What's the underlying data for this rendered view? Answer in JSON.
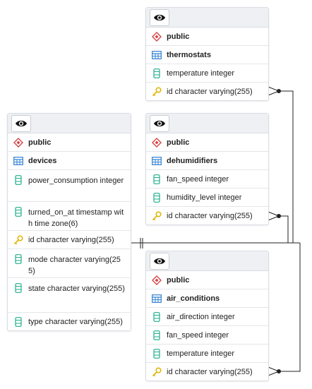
{
  "diagram": {
    "colors": {
      "border": "#d9dde3",
      "header": "#eef0f3",
      "edge": "#222222",
      "schema_icon": "#d64545",
      "table_icon": "#2f7fd1",
      "column_icon": "#1fae8c",
      "key_icon": "#e0b400"
    },
    "tables": {
      "thermostats": {
        "schema": "public",
        "name": "thermostats",
        "columns": [
          {
            "label": "temperature integer",
            "key": false
          },
          {
            "label": "id character varying(255)",
            "key": true
          }
        ]
      },
      "dehumidifiers": {
        "schema": "public",
        "name": "dehumidifiers",
        "columns": [
          {
            "label": "fan_speed integer",
            "key": false
          },
          {
            "label": "humidity_level integer",
            "key": false
          },
          {
            "label": "id character varying(255)",
            "key": true
          }
        ]
      },
      "devices": {
        "schema": "public",
        "name": "devices",
        "columns": [
          {
            "label": "power_consumption integer",
            "key": false
          },
          {
            "label": "turned_on_at timestamp with time zone(6)",
            "key": false
          },
          {
            "label": "id character varying(255)",
            "key": true
          },
          {
            "label": "mode character varying(255)",
            "key": false
          },
          {
            "label": "state character varying(255)",
            "key": false
          },
          {
            "label": "type character varying(255)",
            "key": false
          }
        ]
      },
      "air_conditions": {
        "schema": "public",
        "name": "air_conditions",
        "columns": [
          {
            "label": "air_direction integer",
            "key": false
          },
          {
            "label": "fan_speed integer",
            "key": false
          },
          {
            "label": "temperature integer",
            "key": false
          },
          {
            "label": "id character varying(255)",
            "key": true
          }
        ]
      }
    }
  }
}
